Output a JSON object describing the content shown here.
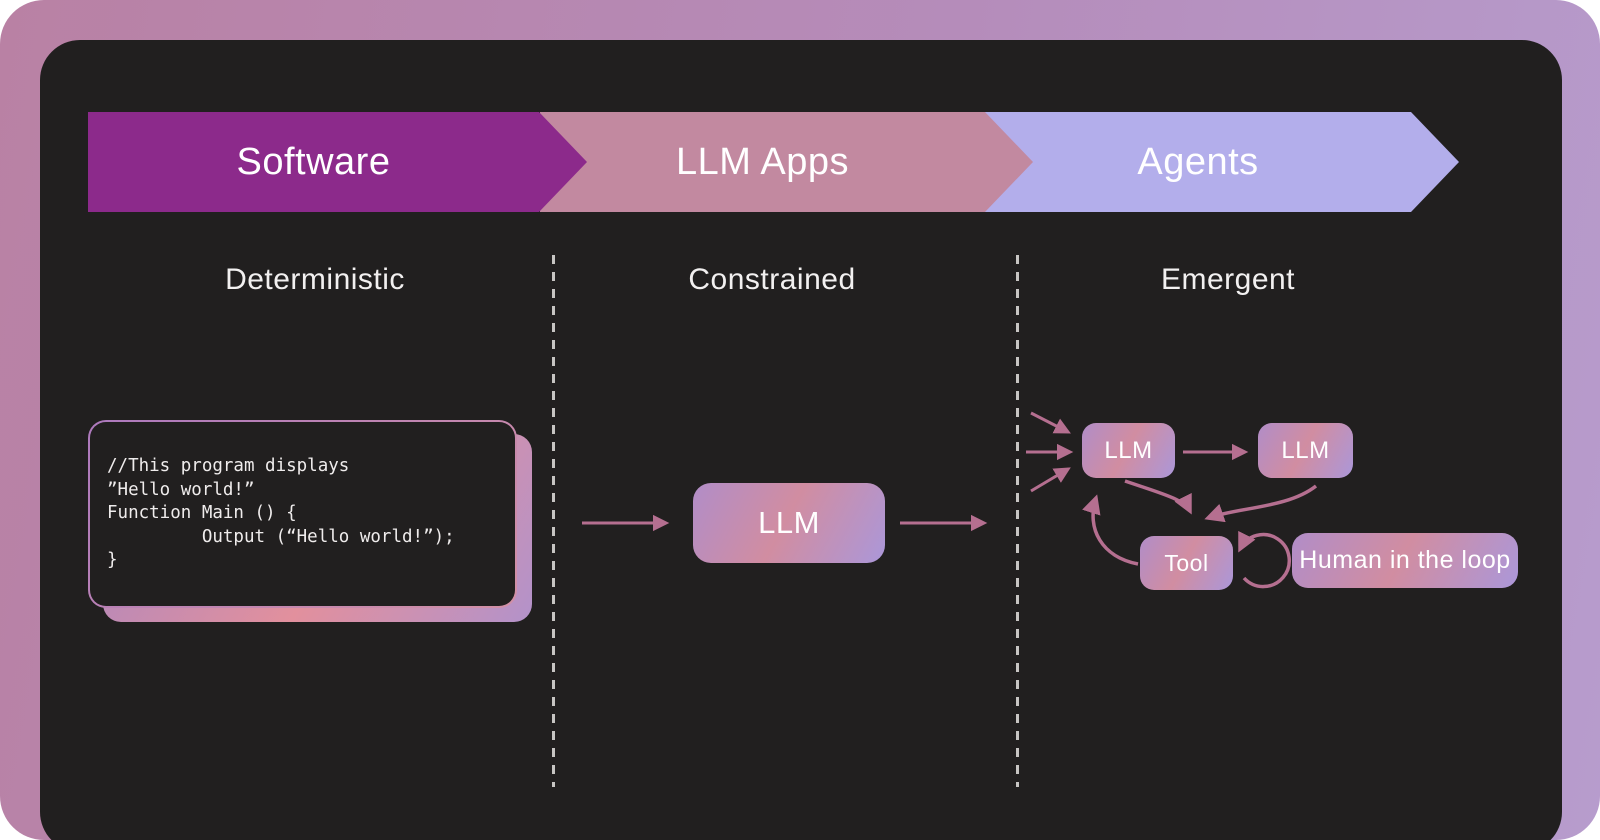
{
  "banner": {
    "stages": [
      {
        "label": "Software",
        "color": "#8c2a8b"
      },
      {
        "label": "LLM Apps",
        "color": "#c289a0"
      },
      {
        "label": "Agents",
        "color": "#b3aeeb"
      }
    ]
  },
  "columns": [
    {
      "header": "Deterministic"
    },
    {
      "header": "Constrained"
    },
    {
      "header": "Emergent"
    }
  ],
  "code_block": {
    "code": "//This program displays\n”Hello world!”\nFunction Main () {\n         Output (“Hello world!”);\n}"
  },
  "constrained": {
    "llm_label": "LLM"
  },
  "emergent": {
    "llm1_label": "LLM",
    "llm2_label": "LLM",
    "tool_label": "Tool",
    "human_label": "Human in the loop"
  },
  "colors": {
    "panel_background": "#211f1f",
    "frame_gradient_start": "#b981a4",
    "frame_gradient_end": "#b79ccd",
    "arrow": "#b56f90",
    "node_gradient": [
      "#b18dc8",
      "#d18da1",
      "#ab97d9"
    ],
    "divider": "#c7c5c3",
    "text": "#ffffff"
  }
}
